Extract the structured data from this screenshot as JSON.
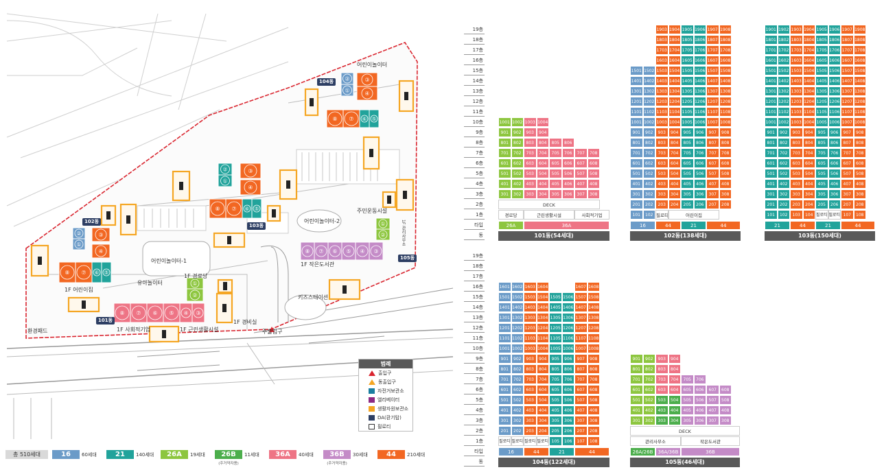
{
  "colors": {
    "t16": "#6b9bc8",
    "t21": "#21a39b",
    "t26A": "#8dc63f",
    "t26B": "#4cae4c",
    "t36A": "#ee7485",
    "t36B": "#c48bc7",
    "t44": "#f26722",
    "pill": "#f5a623",
    "dark": "#2d3e63"
  },
  "map_labels": {
    "b104": "104동",
    "b102": "102동",
    "b103": "103동",
    "b101": "101동",
    "b105": "105동",
    "playground_top": "어린이놀이터",
    "playground1": "어린이놀이터-1",
    "playground2": "어린이놀이터-2",
    "daycare": "유아놀이터",
    "hall1": "1F 경로당",
    "social": "1F 사회적기업",
    "neighborhood": "1F 근린생활시설",
    "guard": "1F 경비실",
    "daycare_1f": "1F 어린이집",
    "library": "1F 작은도서관",
    "sports": "주민운동시설",
    "station": "키즈스테이션",
    "main_gate": "주출입구",
    "recycle": "환경패드",
    "admin": "1F 관리사무소"
  },
  "legend": {
    "title": "범례",
    "items": [
      {
        "label": "출입구",
        "sym": "tri-red"
      },
      {
        "label": "동출입구",
        "sym": "tri-orange"
      },
      {
        "label": "자전거보관소",
        "sym": "bike"
      },
      {
        "label": "엘리베이터",
        "sym": "elev"
      },
      {
        "label": "생활자원보관소",
        "sym": "recycle"
      },
      {
        "label": "DA(환기탑)",
        "sym": "da"
      },
      {
        "label": "필로티",
        "sym": "pilot"
      }
    ]
  },
  "key": {
    "total": "총 510세대",
    "items": [
      {
        "type": "16",
        "count": "60세대",
        "color": "#6b9bc8",
        "note": ""
      },
      {
        "type": "21",
        "count": "140세대",
        "color": "#21a39b",
        "note": ""
      },
      {
        "type": "26A",
        "count": "19세대",
        "color": "#8dc63f",
        "note": ""
      },
      {
        "type": "26B",
        "count": "11세대",
        "color": "#4cae4c",
        "note": "(주거약자용)"
      },
      {
        "type": "36A",
        "count": "40세대",
        "color": "#ee7485",
        "note": ""
      },
      {
        "type": "36B",
        "count": "30세대",
        "color": "#c48bc7",
        "note": "(주거약자용)"
      },
      {
        "type": "44",
        "count": "210세대",
        "color": "#f26722",
        "note": ""
      }
    ]
  },
  "row_labels": {
    "type": "타입",
    "building": "동",
    "deck": "DECK"
  },
  "buildings": [
    {
      "id": "101",
      "name": "101동(54세대)",
      "top_floor": 10,
      "note_floor2": "DECK",
      "floor1": [
        {
          "label": "경로당",
          "span": 2
        },
        {
          "label": "근린생활시설",
          "span": 4
        },
        {
          "label": "사회적기업",
          "span": 2
        }
      ],
      "types": [
        {
          "label": "26A",
          "span": 2,
          "color": "#8dc63f"
        },
        {
          "label": "36A",
          "span": 6,
          "color": "#ee7485"
        }
      ],
      "cols": [
        "#8dc63f",
        "#8dc63f",
        "#ee7485",
        "#ee7485",
        "#ee7485",
        "#ee7485",
        "#ee7485",
        "#ee7485"
      ],
      "floors": {
        "10": 4,
        "9": 4,
        "8": 6,
        "7": 8,
        "6": 8,
        "5": 8,
        "4": 8,
        "3": 8
      }
    }
  ],
  "units": {
    "b101": {
      "f10": [
        "1001",
        "1002",
        "1003",
        "1004"
      ],
      "f9": [
        "901",
        "902",
        "903",
        "904"
      ],
      "f8": [
        "801",
        "802",
        "803",
        "804",
        "805",
        "806"
      ],
      "f7": [
        "701",
        "702",
        "703",
        "704",
        "705",
        "706",
        "707",
        "708"
      ],
      "f6": [
        "601",
        "602",
        "603",
        "604",
        "605",
        "606",
        "607",
        "608"
      ],
      "f5": [
        "501",
        "502",
        "503",
        "504",
        "505",
        "506",
        "507",
        "508"
      ],
      "f4": [
        "401",
        "402",
        "403",
        "404",
        "405",
        "406",
        "407",
        "408"
      ],
      "f3": [
        "301",
        "302",
        "303",
        "304",
        "305",
        "306",
        "307",
        "308"
      ],
      "f1": [
        "경로당",
        "근린생활시설",
        "사회적기업"
      ],
      "types": [
        "26A",
        "36A"
      ],
      "name": "101동(54세대)"
    },
    "b102": {
      "f19": [
        "1903",
        "1904",
        "1905",
        "1906",
        "1907",
        "1908"
      ],
      "f18": [
        "1803",
        "1804",
        "1805",
        "1806",
        "1807",
        "1808"
      ],
      "f17": [
        "1703",
        "1704",
        "1705",
        "1706",
        "1707",
        "1708"
      ],
      "f16": [
        "1603",
        "1604",
        "1605",
        "1606",
        "1607",
        "1608"
      ],
      "f15": [
        "1501",
        "1502",
        "1503",
        "1504",
        "1505",
        "1506",
        "1507",
        "1508"
      ],
      "f14": [
        "1401",
        "1402",
        "1403",
        "1404",
        "1405",
        "1406",
        "1407",
        "1408"
      ],
      "f13": [
        "1301",
        "1302",
        "1303",
        "1304",
        "1305",
        "1306",
        "1307",
        "1308"
      ],
      "f12": [
        "1201",
        "1202",
        "1203",
        "1204",
        "1205",
        "1206",
        "1207",
        "1208"
      ],
      "f11": [
        "1101",
        "1102",
        "1103",
        "1104",
        "1105",
        "1106",
        "1107",
        "1108"
      ],
      "f10": [
        "1001",
        "1002",
        "1003",
        "1004",
        "1005",
        "1006",
        "1007",
        "1008"
      ],
      "f9": [
        "901",
        "902",
        "903",
        "904",
        "905",
        "906",
        "907",
        "908"
      ],
      "f8": [
        "801",
        "802",
        "803",
        "804",
        "805",
        "806",
        "807",
        "808"
      ],
      "f7": [
        "701",
        "702",
        "703",
        "704",
        "705",
        "706",
        "707",
        "708"
      ],
      "f6": [
        "601",
        "602",
        "603",
        "604",
        "605",
        "606",
        "607",
        "608"
      ],
      "f5": [
        "501",
        "502",
        "503",
        "504",
        "505",
        "506",
        "507",
        "508"
      ],
      "f4": [
        "401",
        "402",
        "403",
        "404",
        "405",
        "406",
        "407",
        "408"
      ],
      "f3": [
        "301",
        "302",
        "303",
        "304",
        "305",
        "306",
        "307",
        "308"
      ],
      "f2": [
        "201",
        "202",
        "203",
        "204",
        "205",
        "206",
        "207",
        "208"
      ],
      "f1": [
        "101",
        "102",
        "필로티",
        "어린이집"
      ],
      "types": [
        "16",
        "44",
        "21",
        "44"
      ],
      "name": "102동(138세대)"
    },
    "b103": {
      "f19": [
        "1901",
        "1902",
        "1903",
        "1904",
        "1905",
        "1906",
        "1907",
        "1908"
      ],
      "f18": [
        "1801",
        "1802",
        "1803",
        "1804",
        "1805",
        "1806",
        "1807",
        "1808"
      ],
      "f17": [
        "1701",
        "1702",
        "1703",
        "1704",
        "1705",
        "1706",
        "1707",
        "1708"
      ],
      "f16": [
        "1601",
        "1602",
        "1603",
        "1604",
        "1605",
        "1606",
        "1607",
        "1608"
      ],
      "f15": [
        "1501",
        "1502",
        "1503",
        "1504",
        "1505",
        "1506",
        "1507",
        "1508"
      ],
      "f14": [
        "1401",
        "1402",
        "1403",
        "1404",
        "1405",
        "1406",
        "1407",
        "1408"
      ],
      "f13": [
        "1301",
        "1302",
        "1303",
        "1304",
        "1305",
        "1306",
        "1307",
        "1308"
      ],
      "f12": [
        "1201",
        "1202",
        "1203",
        "1204",
        "1205",
        "1206",
        "1207",
        "1208"
      ],
      "f11": [
        "1101",
        "1102",
        "1103",
        "1104",
        "1105",
        "1106",
        "1107",
        "1108"
      ],
      "f10": [
        "1001",
        "1002",
        "1003",
        "1004",
        "1005",
        "1006",
        "1007",
        "1008"
      ],
      "f9": [
        "901",
        "902",
        "903",
        "904",
        "905",
        "906",
        "907",
        "908"
      ],
      "f8": [
        "801",
        "802",
        "803",
        "804",
        "805",
        "806",
        "807",
        "808"
      ],
      "f7": [
        "701",
        "702",
        "703",
        "704",
        "705",
        "706",
        "707",
        "708"
      ],
      "f6": [
        "601",
        "602",
        "603",
        "604",
        "605",
        "606",
        "607",
        "608"
      ],
      "f5": [
        "501",
        "502",
        "503",
        "504",
        "505",
        "506",
        "507",
        "508"
      ],
      "f4": [
        "401",
        "402",
        "403",
        "404",
        "405",
        "406",
        "407",
        "408"
      ],
      "f3": [
        "301",
        "302",
        "303",
        "304",
        "305",
        "306",
        "307",
        "308"
      ],
      "f2": [
        "201",
        "202",
        "203",
        "204",
        "205",
        "206",
        "207",
        "208"
      ],
      "f1": [
        "101",
        "102",
        "103",
        "104",
        "필로티",
        "필로티",
        "107",
        "108"
      ],
      "types": [
        "21",
        "44",
        "21",
        "44"
      ],
      "name": "103동(150세대)"
    },
    "b104": {
      "f16": [
        "1601",
        "1602",
        "1603",
        "1604",
        "1607",
        "1608"
      ],
      "f15": [
        "1501",
        "1502",
        "1503",
        "1504",
        "1505",
        "1506",
        "1507",
        "1508"
      ],
      "f14": [
        "1401",
        "1402",
        "1403",
        "1404",
        "1405",
        "1406",
        "1407",
        "1408"
      ],
      "f13": [
        "1301",
        "1302",
        "1303",
        "1304",
        "1305",
        "1306",
        "1307",
        "1308"
      ],
      "f12": [
        "1201",
        "1202",
        "1203",
        "1204",
        "1205",
        "1206",
        "1207",
        "1208"
      ],
      "f11": [
        "1101",
        "1102",
        "1103",
        "1104",
        "1105",
        "1106",
        "1107",
        "1108"
      ],
      "f10": [
        "1001",
        "1002",
        "1003",
        "1004",
        "1005",
        "1006",
        "1007",
        "1008"
      ],
      "f9": [
        "901",
        "902",
        "903",
        "904",
        "905",
        "906",
        "907",
        "908"
      ],
      "f8": [
        "801",
        "802",
        "803",
        "804",
        "805",
        "806",
        "807",
        "808"
      ],
      "f7": [
        "701",
        "702",
        "703",
        "704",
        "705",
        "706",
        "707",
        "708"
      ],
      "f6": [
        "601",
        "602",
        "603",
        "604",
        "605",
        "606",
        "607",
        "608"
      ],
      "f5": [
        "501",
        "502",
        "503",
        "504",
        "505",
        "506",
        "507",
        "508"
      ],
      "f4": [
        "401",
        "402",
        "403",
        "404",
        "405",
        "406",
        "407",
        "408"
      ],
      "f3": [
        "301",
        "302",
        "303",
        "304",
        "305",
        "306",
        "307",
        "308"
      ],
      "f2": [
        "201",
        "202",
        "203",
        "204",
        "205",
        "206",
        "207",
        "208"
      ],
      "f1": [
        "필로티",
        "필로티",
        "필로티",
        "필로티",
        "105",
        "106",
        "107",
        "108"
      ],
      "types": [
        "16",
        "44",
        "21",
        "44"
      ],
      "name": "104동(122세대)"
    },
    "b105": {
      "f9": [
        "901",
        "902",
        "903",
        "904"
      ],
      "f8": [
        "801",
        "802",
        "803",
        "804"
      ],
      "f7": [
        "701",
        "702",
        "703",
        "704",
        "705",
        "706"
      ],
      "f6": [
        "601",
        "602",
        "603",
        "604",
        "605",
        "606",
        "607",
        "608"
      ],
      "f5": [
        "501",
        "502",
        "503",
        "504",
        "505",
        "506",
        "507",
        "508"
      ],
      "f4": [
        "401",
        "402",
        "403",
        "404",
        "405",
        "406",
        "407",
        "408"
      ],
      "f3": [
        "301",
        "302",
        "303",
        "304",
        "305",
        "306",
        "307",
        "308"
      ],
      "f1": [
        "관리사무소",
        "작은도서관"
      ],
      "types": [
        "26A/26B",
        "36A/36B",
        "36B"
      ],
      "name": "105동(46세대)"
    }
  },
  "floor_names": [
    "19층",
    "18층",
    "17층",
    "16층",
    "15층",
    "14층",
    "13층",
    "12층",
    "11층",
    "10층",
    "9층",
    "8층",
    "7층",
    "6층",
    "5층",
    "4층",
    "3층",
    "2층",
    "1층"
  ]
}
